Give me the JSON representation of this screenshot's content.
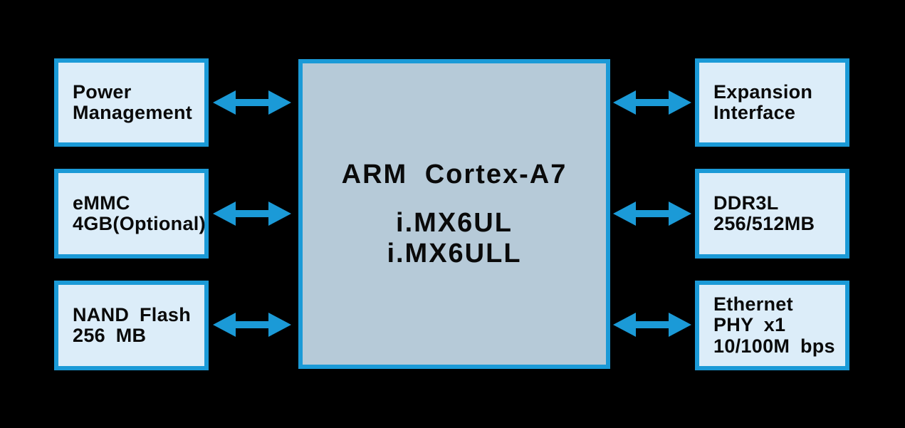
{
  "diagram": {
    "type": "hardware-block-diagram",
    "background": "#000000"
  },
  "colors": {
    "accent": "#1b9ad7",
    "side_box_fill": "#dcedf9",
    "center_box_fill": "#b6cad8",
    "background": "#000000",
    "text": "#0a0a0a"
  },
  "center_box": {
    "title": "ARM Cortex-A7",
    "lines": [
      "i.MX6UL",
      "i.MX6ULL"
    ]
  },
  "left_boxes": [
    {
      "lines": [
        "Power",
        "Management"
      ]
    },
    {
      "lines": [
        "eMMC",
        "4GB(Optional)"
      ]
    },
    {
      "lines": [
        "NAND Flash",
        "256 MB"
      ]
    }
  ],
  "right_boxes": [
    {
      "lines": [
        "Expansion",
        "Interface"
      ]
    },
    {
      "lines": [
        "DDR3L",
        "256/512MB"
      ]
    },
    {
      "lines": [
        "Ethernet",
        "PHY x1",
        "10/100M bps"
      ]
    }
  ],
  "arrows": {
    "style": "bidirectional",
    "icon": "double-headed-arrow-icon",
    "count": 6
  }
}
